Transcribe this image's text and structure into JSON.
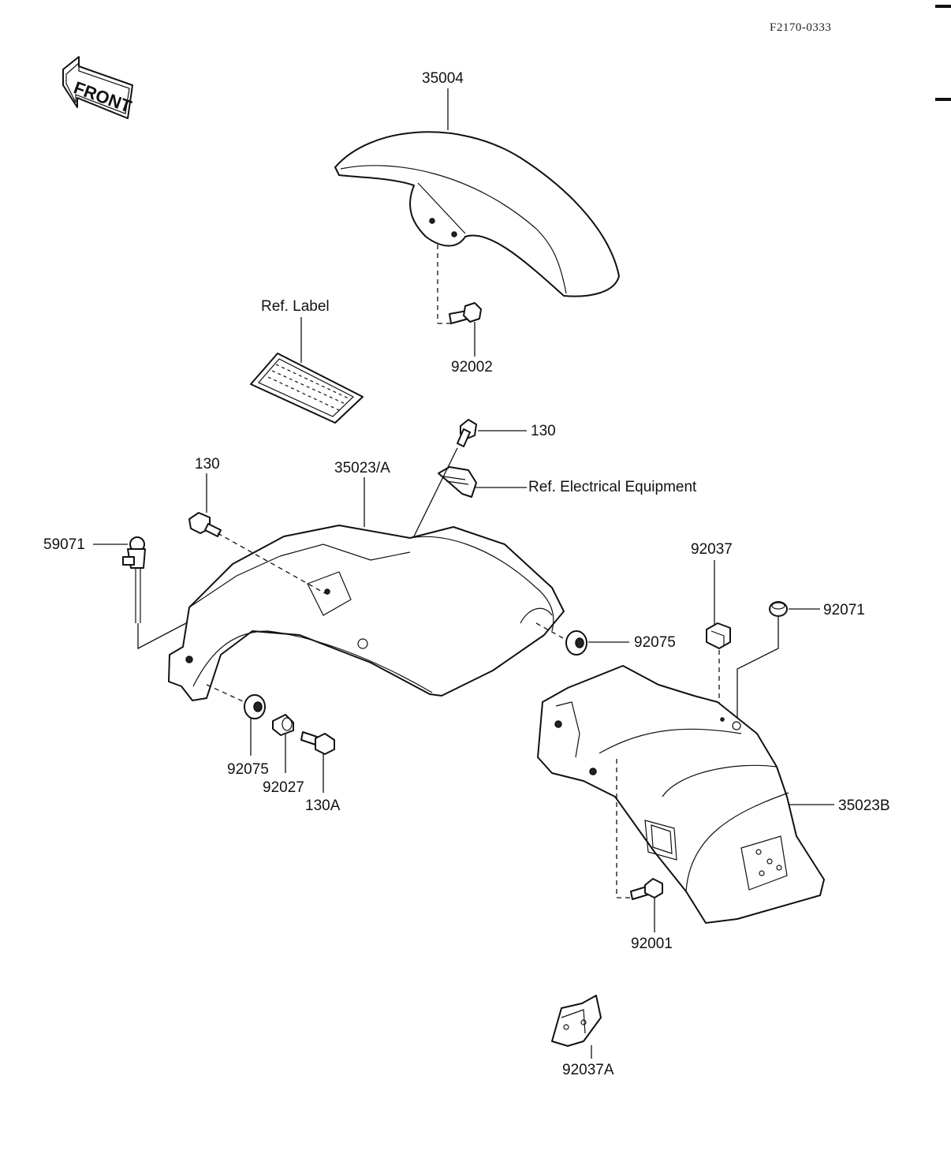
{
  "document_id": "F2170-0333",
  "front_arrow_text": "FRONT",
  "callouts": {
    "c35004": "35004",
    "c92002": "92002",
    "ref_label": "Ref. Label",
    "c130_top": "130",
    "ref_electrical": "Ref. Electrical Equipment",
    "c130_left": "130",
    "c35023A": "35023/A",
    "c59071": "59071",
    "c92075_right": "92075",
    "c92075_left": "92075",
    "c92027": "92027",
    "c130A": "130A",
    "c92037": "92037",
    "c92071": "92071",
    "c35023B": "35023B",
    "c92001": "92001",
    "c92037A": "92037A"
  }
}
